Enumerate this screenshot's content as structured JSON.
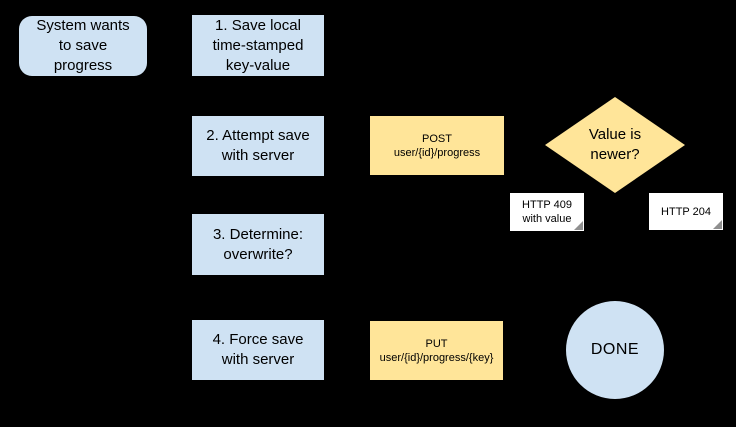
{
  "canvas": {
    "background": "#000000"
  },
  "colors": {
    "process_fill": "#cfe2f3",
    "api_fill": "#ffe599",
    "note_fill": "#ffffff",
    "text": "#000000"
  },
  "nodes": {
    "start": {
      "shape": "rounded-rectangle",
      "text": "System wants\nto save\nprogress"
    },
    "step1": {
      "shape": "rectangle",
      "text": "1. Save local\ntime-stamped\nkey-value"
    },
    "step2": {
      "shape": "rectangle",
      "text": "2. Attempt save\nwith server"
    },
    "post_call": {
      "shape": "rectangle",
      "text": "POST\nuser/{id}/progress"
    },
    "decision": {
      "shape": "diamond",
      "text": "Value is\nnewer?"
    },
    "note_409": {
      "shape": "folded-note",
      "text": "HTTP 409\nwith value"
    },
    "note_204": {
      "shape": "folded-note",
      "text": "HTTP 204"
    },
    "step3": {
      "shape": "rectangle",
      "text": "3. Determine:\noverwrite?"
    },
    "step4": {
      "shape": "rectangle",
      "text": "4. Force save\nwith server"
    },
    "put_call": {
      "shape": "rectangle",
      "text": "PUT\nuser/{id}/progress/{key}"
    },
    "done": {
      "shape": "circle",
      "text": "DONE"
    }
  }
}
